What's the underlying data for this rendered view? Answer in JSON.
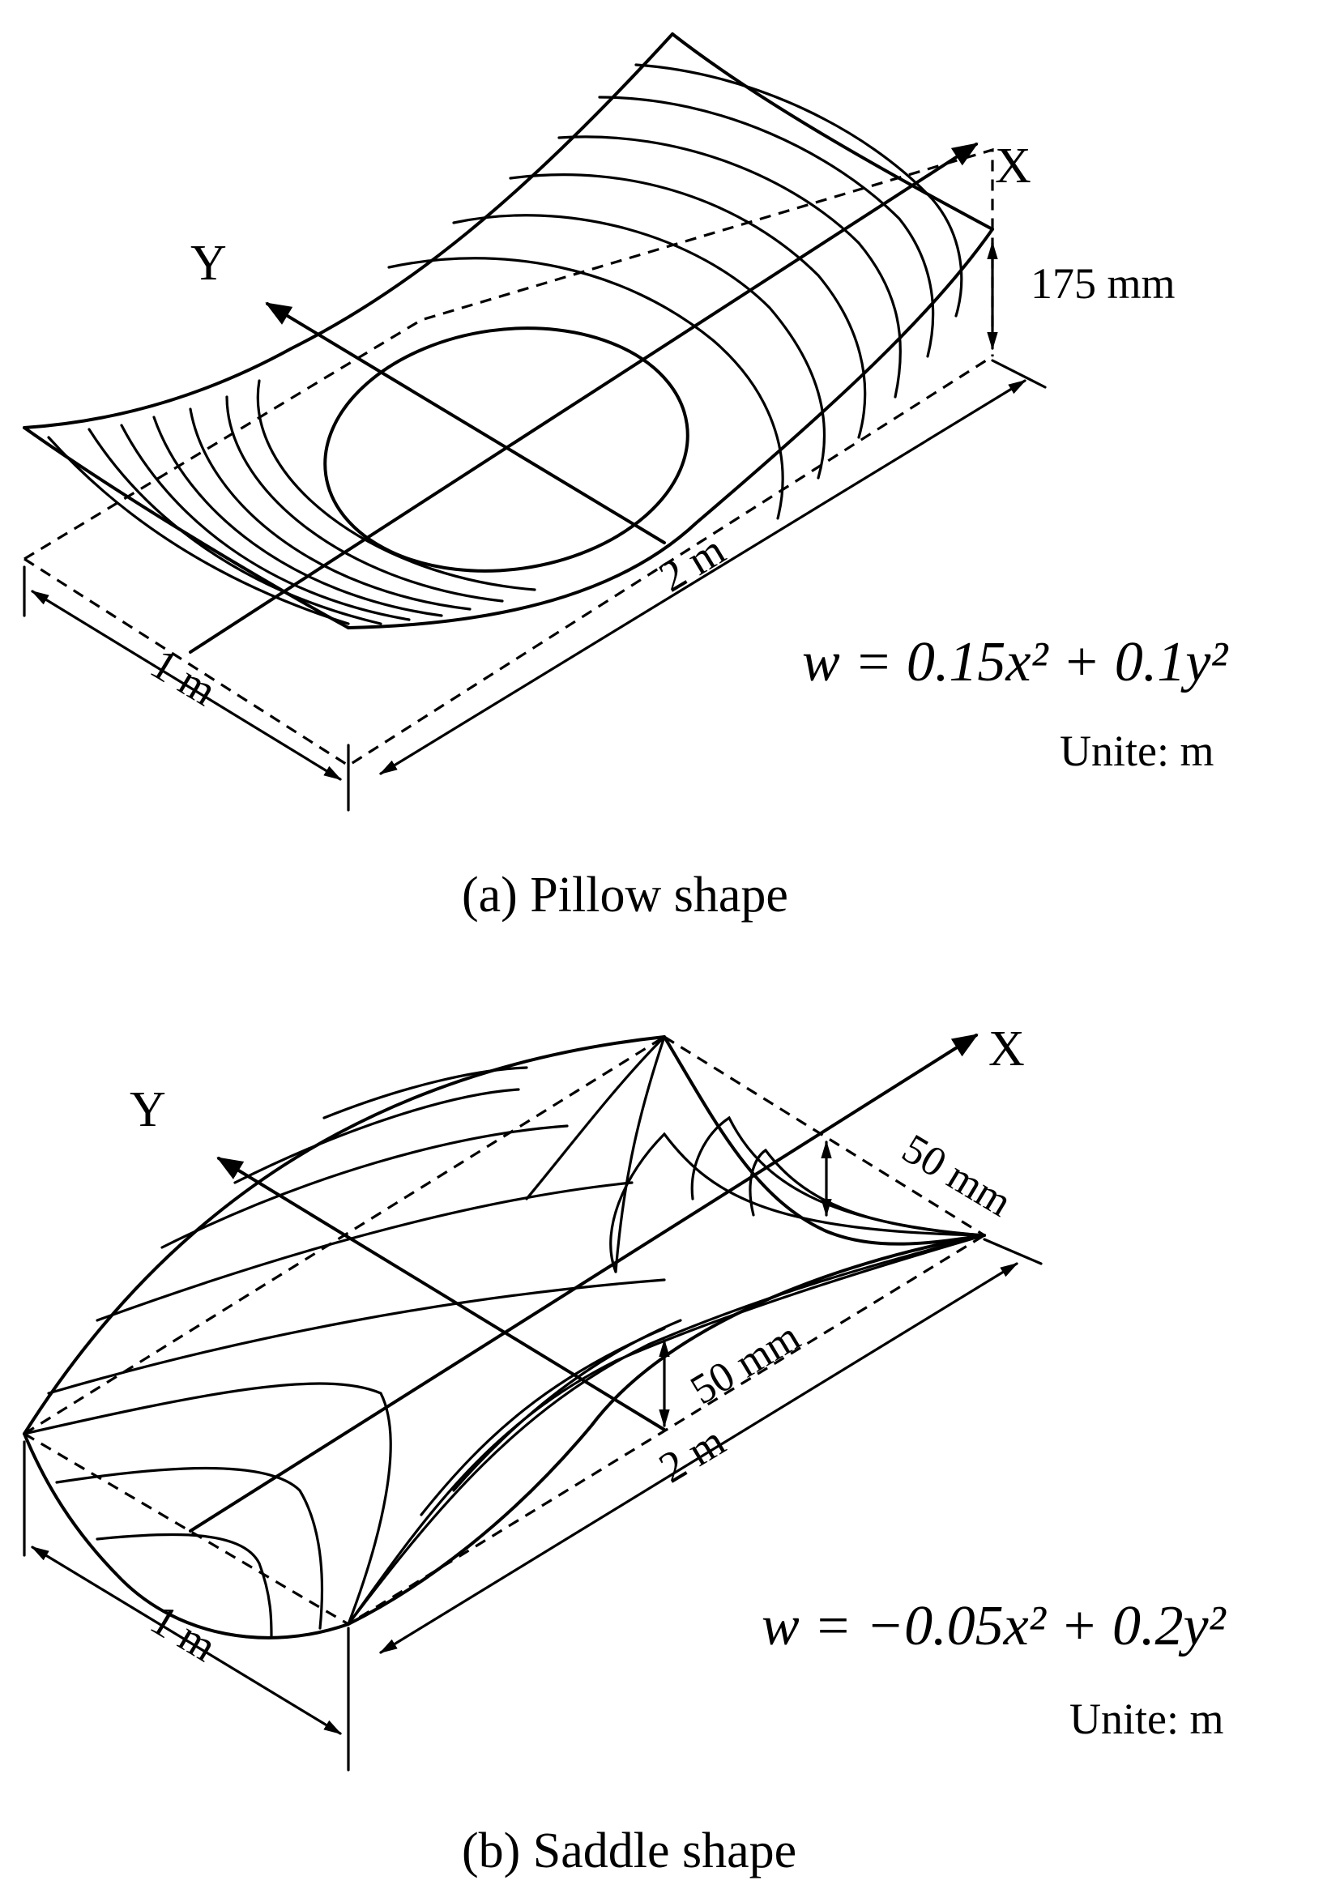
{
  "figure": {
    "panel_a": {
      "caption": "(a) Pillow shape",
      "axis_x": "X",
      "axis_y": "Y",
      "height_label": "175 mm",
      "length_label": "2 m",
      "width_label": "1 m",
      "equation": "w = 0.15x² + 0.1y²",
      "units": "Unite: m"
    },
    "panel_b": {
      "caption": "(b) Saddle shape",
      "axis_x": "X",
      "axis_y": "Y",
      "height_label_1": "50 mm",
      "height_label_2": "50 mm",
      "length_label": "2 m",
      "width_label": "1 m",
      "equation": "w = −0.05x² + 0.2y²",
      "units": "Unite: m"
    }
  }
}
